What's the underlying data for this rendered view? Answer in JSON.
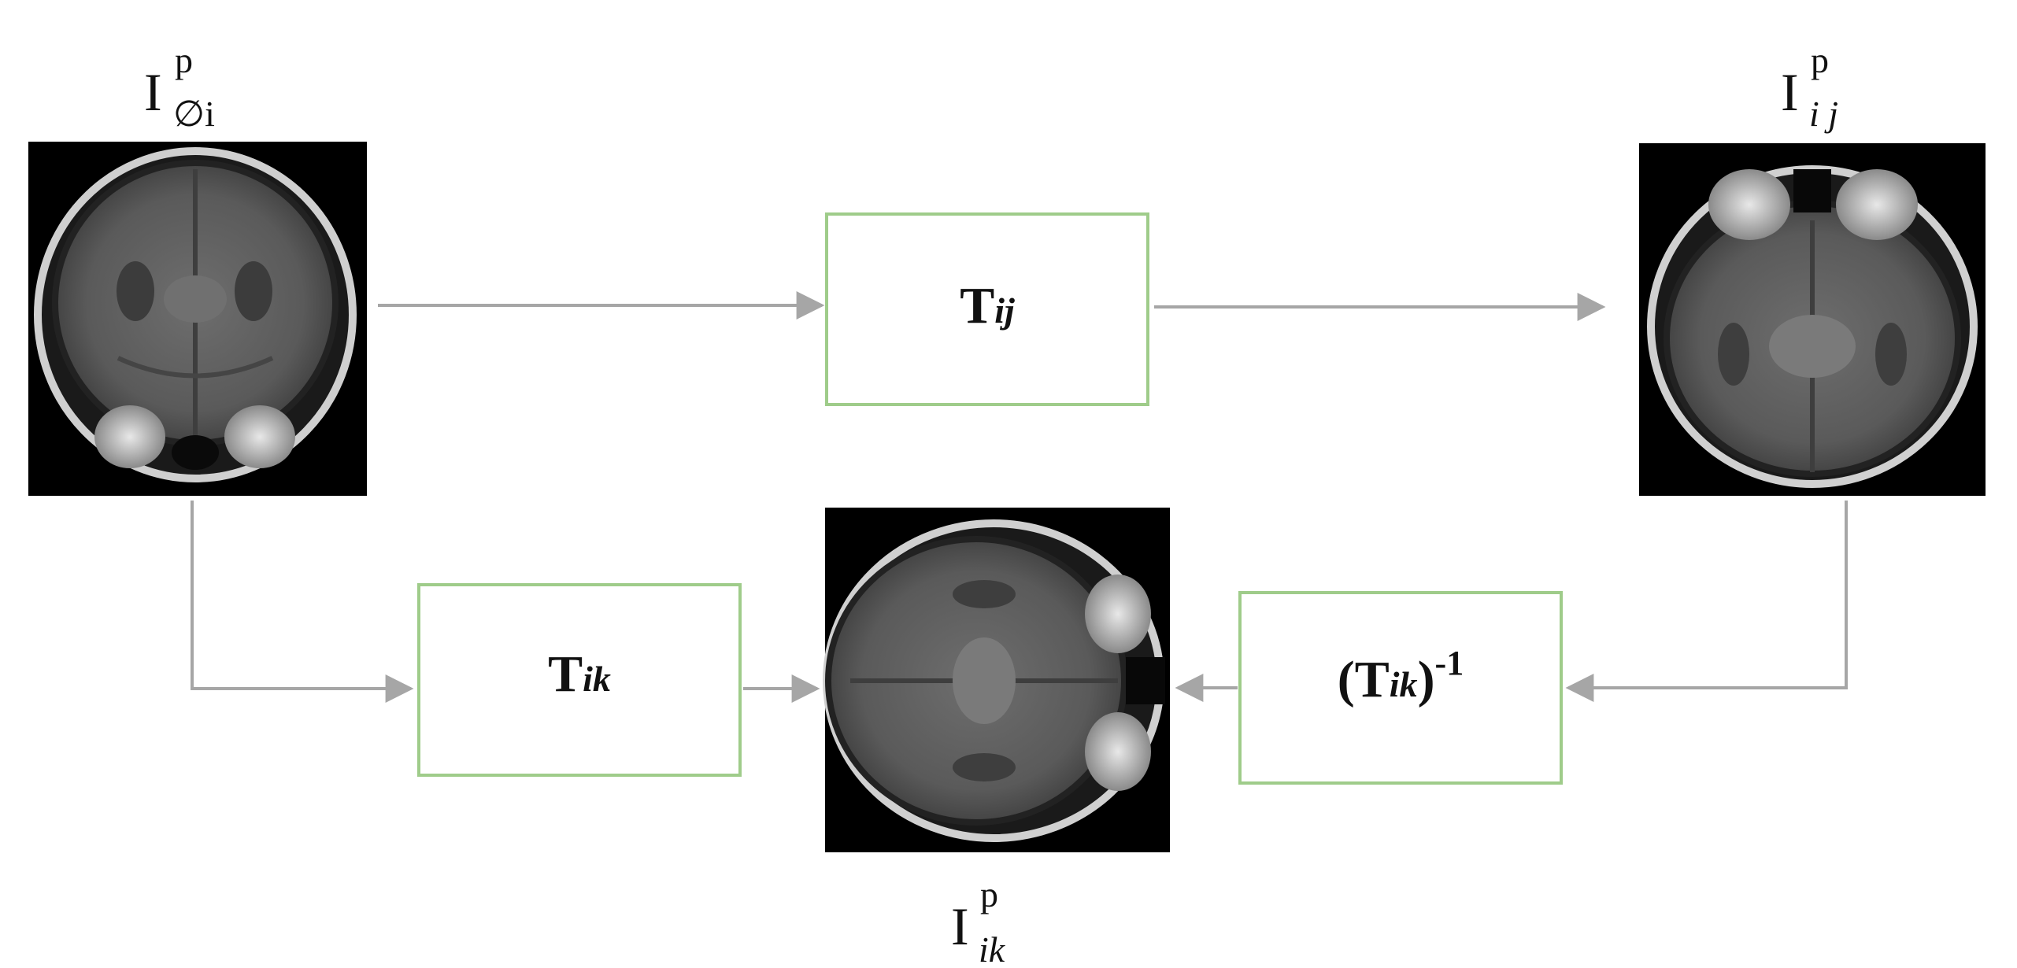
{
  "images": {
    "source": {
      "base": "I",
      "sup": "p",
      "sub": "∅i"
    },
    "target_ij": {
      "base": "I",
      "sup": "p",
      "sub": "i j"
    },
    "result_ik": {
      "base": "I",
      "sup": "p",
      "sub": "ik"
    }
  },
  "boxes": {
    "t_ij": {
      "main": "T",
      "sub": "ij"
    },
    "t_ik": {
      "main": "T",
      "sub": "ik"
    },
    "t_ik_inv": {
      "open": "(T",
      "sub": "ik",
      "close": ")",
      "sup": "-1"
    }
  },
  "colors": {
    "box_border": "#9fcc8a",
    "arrow": "#a6a6a6",
    "scan_bg": "#000000"
  },
  "icons": {
    "scan_source": "mri-coronal-scan",
    "scan_target_ij": "mri-axial-scan",
    "scan_result_ik": "mri-axial-rotated-scan"
  }
}
